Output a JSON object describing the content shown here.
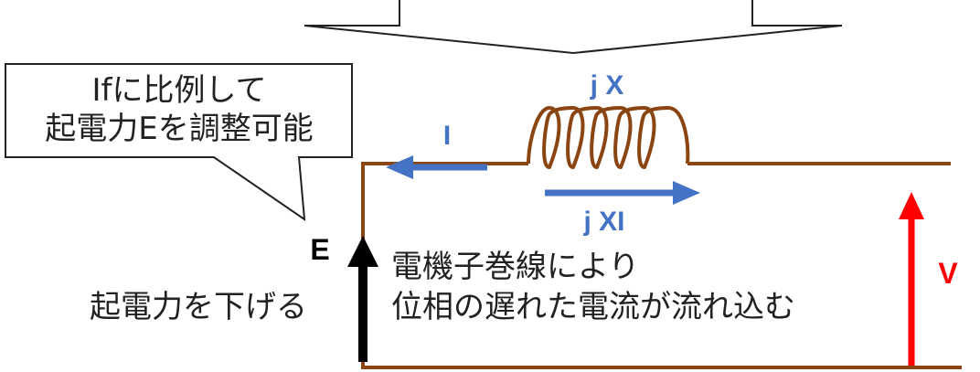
{
  "labels": {
    "reactance": "j X",
    "current": "I",
    "voltage_drop": "j XI",
    "emf": "E",
    "terminal_voltage": "V"
  },
  "callout": {
    "line1": "Ifに比例して",
    "line2": "起電力Eを調整可能"
  },
  "notes": {
    "lower_emf": "起電力を下げる",
    "lagging_line1": "電機子巻線により",
    "lagging_line2": "位相の遅れた電流が流れ込む"
  },
  "colors": {
    "wire": "#8B4513",
    "coil": "#8B4513",
    "blue_arrow": "#4472C4",
    "red_arrow": "#FF0000",
    "black_arrow": "#000000"
  }
}
